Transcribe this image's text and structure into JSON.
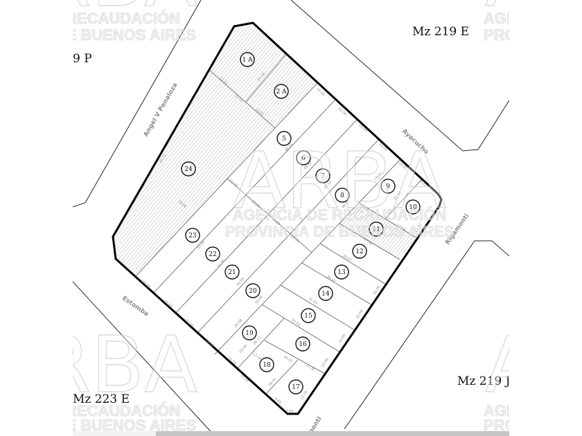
{
  "blocks": {
    "mz_219_e": "Mz 219 E",
    "p_partial": "9 P",
    "mz_223_e": "Mz 223 E",
    "mz_219_j": "Mz 219 J"
  },
  "streets": {
    "angel": "Angel V Penaloza",
    "ayacucho": "Ayacucho",
    "rigamonti": "Rigamonti",
    "estomba": "Estomba",
    "rigamonti_bottom": "Rigamonti"
  },
  "watermark": {
    "logo": "ARBA",
    "line1": "AGENCIA DE RECAUDACIÓN",
    "line2": "PROVINCIA DE BUENOS AIRES"
  },
  "lots": [
    "24",
    "1 A",
    "2 A",
    "5",
    "6",
    "7",
    "8",
    "9",
    "10",
    "11",
    "12",
    "13",
    "14",
    "15",
    "16",
    "17",
    "18",
    "19",
    "20",
    "21",
    "22",
    "23"
  ],
  "hatched_lots": [
    "24",
    "1 A",
    "2 A",
    "11"
  ],
  "dimensions": [
    "21.41",
    "21.16",
    "22.50",
    "15.61",
    "10.00",
    "10.00",
    "10.00",
    "10.00",
    "10.00",
    "8.25",
    "48.55",
    "48.52",
    "48.55",
    "48.57",
    "10.00",
    "10.00",
    "10.00",
    "10.00",
    "50.00",
    "50.00",
    "50.00",
    "50.00",
    "23.26",
    "21.94",
    "10.11",
    "11.58",
    "27.58",
    "28.67",
    "30.16",
    "31.65",
    "33.14",
    "23.03",
    "24.52",
    "11.30",
    "24.58",
    "26.11",
    "28.00",
    "18.02",
    "13.14",
    "10.00",
    "10.00",
    "10.00",
    "10.00",
    "10.00",
    "10.00",
    "13.00",
    "9.85",
    "3.63",
    "15.76",
    "10.00",
    "10.00",
    "10.00",
    "10.00",
    "11.57",
    "30.71",
    "78.89"
  ],
  "colors": {
    "outline": "#000000",
    "lot_line": "#555555",
    "street_label": "#8a8a8a",
    "scrollbar": "#c4c4c4"
  }
}
